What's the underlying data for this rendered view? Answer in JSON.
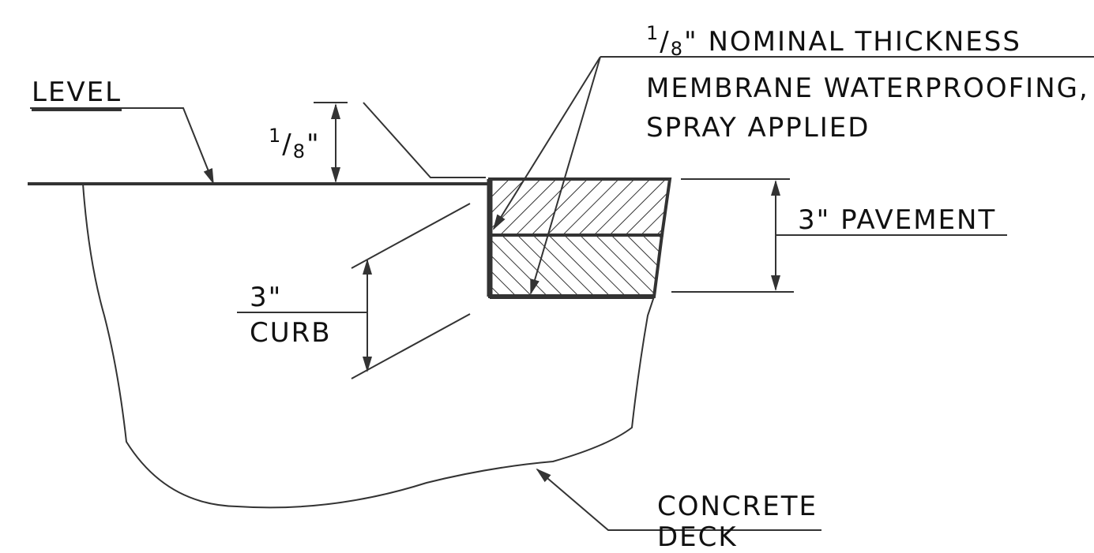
{
  "labels": {
    "level": "LEVEL",
    "slope_num": "1",
    "slope_den": "8",
    "slope_unit": "\"",
    "membrane_num": "1",
    "membrane_den": "8",
    "membrane_line1": "\" NOMINAL THICKNESS",
    "membrane_line2": "MEMBRANE WATERPROOFING,",
    "membrane_line3": "SPRAY APPLIED",
    "pavement": "3\" PAVEMENT",
    "curb_value": "3\"",
    "curb_label": "CURB",
    "deck_line1": "CONCRETE",
    "deck_line2": "DECK"
  },
  "colors": {
    "line": "#333333",
    "text": "#111111"
  }
}
